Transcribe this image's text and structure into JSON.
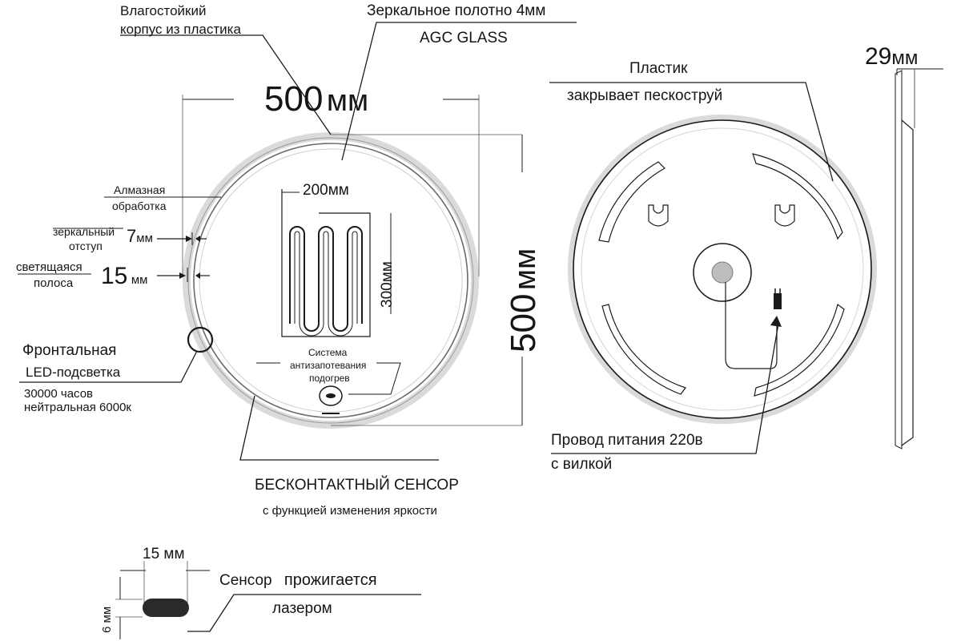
{
  "front": {
    "housing_label": [
      "Влагостойкий",
      "корпус из пластика"
    ],
    "glass_label": "Зеркальное  полотно 4мм",
    "glass_brand": "AGC GLASS",
    "width_value": "500",
    "width_unit": "мм",
    "height_value": "500",
    "height_unit": "мм",
    "heater_width": "200мм",
    "heater_height": "300мм",
    "diamond_label": [
      "Алмазная",
      "обработка"
    ],
    "mirror_offset_label": [
      "зеркальный",
      "отступ"
    ],
    "mirror_offset_value": "7",
    "mirror_offset_unit": "мм",
    "light_strip_label": [
      "светящаяся",
      "полоса"
    ],
    "light_strip_value": "15",
    "light_strip_unit": "мм",
    "led_label": [
      "Фронтальная",
      "LED-подсветка",
      "30000 часов",
      "нейтральная 6000к"
    ],
    "antifog_label": [
      "Система",
      "антизапотевания",
      "подогрев"
    ],
    "sensor_title": "БЕСКОНТАКТНЫЙ СЕНСОР",
    "sensor_subtitle": "с функцией изменения яркости"
  },
  "back": {
    "plastic_label": [
      "Пластик",
      "закрывает пескоструй"
    ],
    "power_label": [
      "Провод питания 220в",
      "с вилкой"
    ]
  },
  "side": {
    "depth_value": "29",
    "depth_unit": "мм"
  },
  "sensor_detail": {
    "width_value": "15",
    "width_unit": "мм",
    "height_label": "6 мм",
    "text_prefix": "Сенсор",
    "text_bold": "прожигается",
    "text_line2": "лазером"
  },
  "colors": {
    "ink": "#1a1a1a",
    "ring": "#cfcfcf",
    "shadow": "#dcdcdc",
    "sensor_fill": "#2a2a2a"
  }
}
